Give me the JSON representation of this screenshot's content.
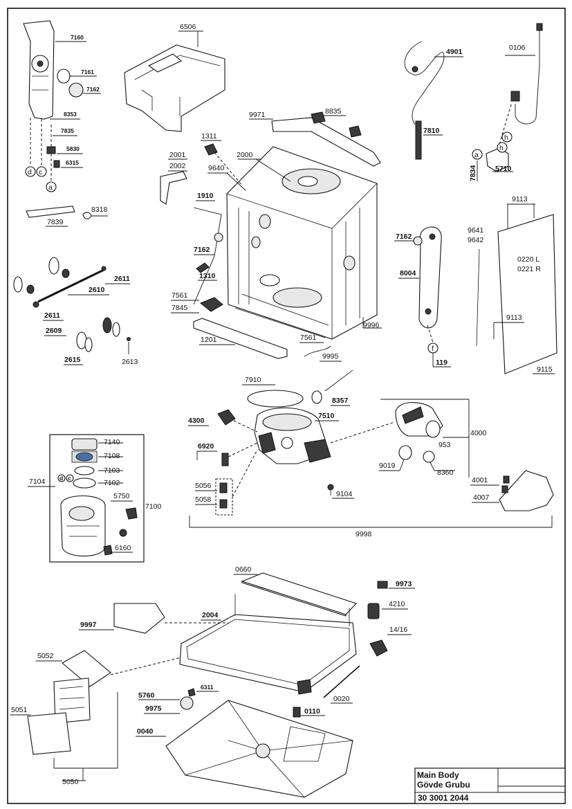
{
  "callouts": {
    "c7160": "7160",
    "c7161": "7161",
    "c7162a": "7162",
    "c8353": "8353",
    "c7835": "7835",
    "c5830": "5830",
    "c6315": "6315",
    "c6506": "6506",
    "c4901": "4901",
    "c0106": "0106",
    "c8835": "8835",
    "c9971": "9971",
    "c7810": "7810",
    "c1311": "1311",
    "c2001": "2001",
    "c2002": "2002",
    "c2000": "2000",
    "c9640": "9640",
    "c5710": "5710",
    "c7834": "7834",
    "c8318": "8318",
    "c7839": "7839",
    "c1910": "1910",
    "c7162b": "7162",
    "c7162c": "7162",
    "c9113a": "9113",
    "c9641": "9641",
    "c9642": "9642",
    "c0220": "0220 L",
    "c0221": "0221 R",
    "c2611a": "2611",
    "c1310": "1310",
    "c8004": "8004",
    "c2610": "2610",
    "c7561a": "7561",
    "c7845": "7845",
    "c2611b": "2611",
    "c9996": "9996",
    "c9113b": "9113",
    "c2609": "2609",
    "c1201": "1201",
    "c7561b": "7561",
    "c2615": "2615",
    "c2613": "2613",
    "c9995": "9995",
    "c119": "119",
    "c9115": "9115",
    "c7910": "7910",
    "c8357": "8357",
    "c4300": "4300",
    "c7510": "7510",
    "c7140": "7140",
    "c4000": "4000",
    "c953": "953",
    "c7108": "7108",
    "c6920": "6920",
    "c9019": "9019",
    "c8360": "8360",
    "c7104": "7104",
    "c7103": "7103",
    "c7102": "7102",
    "c4001": "4001",
    "c5056": "5056",
    "c9104": "9104",
    "c4007": "4007",
    "c5750": "5750",
    "c5058": "5058",
    "c7100": "7100",
    "c9998": "9998",
    "c6160": "6160",
    "c0660": "0660",
    "c9973": "9973",
    "c4210": "4210",
    "c2004": "2004",
    "c9997": "9997",
    "c1416": "14/16",
    "c5052": "5052",
    "c6311": "6311",
    "c5760": "5760",
    "c0020": "0020",
    "c9975": "9975",
    "c0110": "0110",
    "c5051": "5051",
    "c0040": "0040",
    "c5050": "5050",
    "ma": "a",
    "md": "d",
    "mc": "c",
    "mh1": "h",
    "mh2": "h",
    "ma2": "a",
    "mf": "f",
    "md2": "d",
    "mc2": "c"
  },
  "title_block": {
    "title_en": "Main Body",
    "title_tr": "Gövde Grubu",
    "doc_number": "30 3001 2044"
  },
  "colors": {
    "line": "#111111",
    "part_fill": "#e8e8e8",
    "accent_disc": "#4a6fa5"
  }
}
